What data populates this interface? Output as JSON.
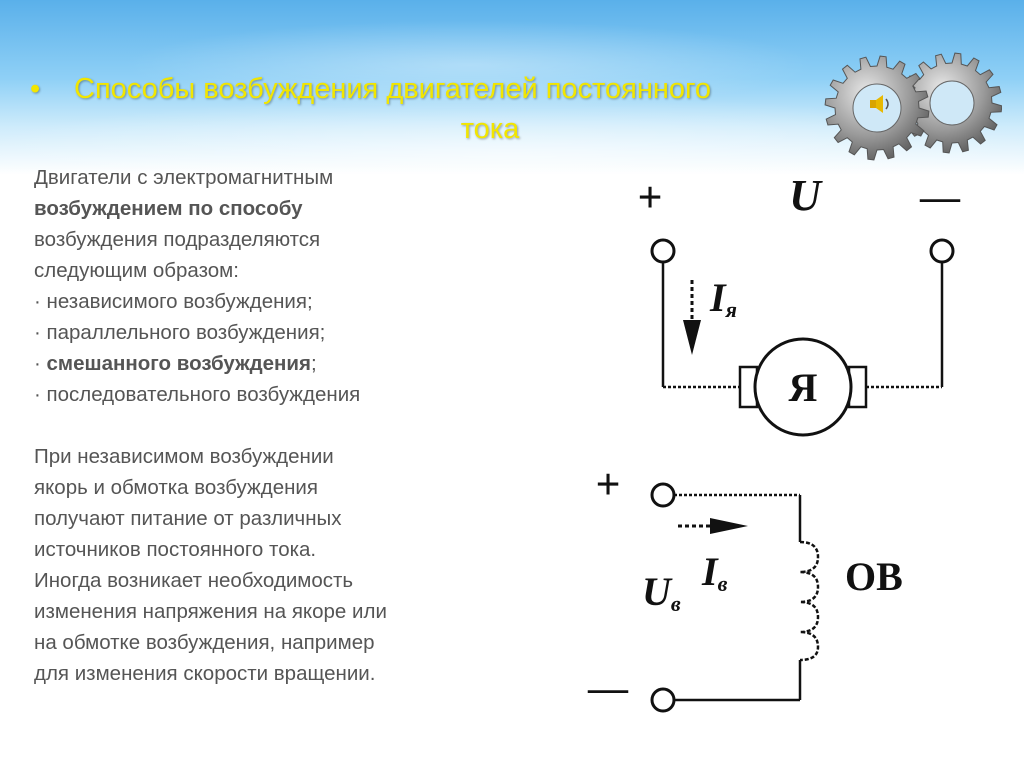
{
  "slide": {
    "bullet": "•",
    "title_line1": "Способы возбуждения двигателей постоянного",
    "title_line2": "тока",
    "body": {
      "p1_line1": "Двигатели с электромагнитным",
      "p1_line2": "возбуждением по способу",
      "p1_line3": "возбуждения подразделяются",
      "p1_line4": "следующим образом:",
      "item1": "· независимого возбуждения;",
      "item2": "· параллельного возбуждения;",
      "item3": "· смешанного возбуждения;",
      "item4": "· последовательного возбуждения",
      "p2_line1": "При независимом возбуждении",
      "p2_line2": "якорь и обмотка возбуждения",
      "p2_line3": "получают питание от различных",
      "p2_line4": "источников постоянного тока.",
      "p2_line5": "Иногда возникает необходимость",
      "p2_line6": "изменения напряжения на якоре или",
      "p2_line7": "на обмотке возбуждения, например",
      "p2_line8": "для изменения скорости вращении."
    }
  },
  "circuit": {
    "plus_top": "+",
    "voltage_top": "U",
    "minus_top": "—",
    "armature_current": "I",
    "armature_current_sub": "я",
    "armature_label": "Я",
    "plus_bottom": "+",
    "field_current": "I",
    "field_current_sub": "в",
    "field_voltage": "U",
    "field_voltage_sub": "в",
    "field_winding_label": "ОВ",
    "minus_bottom": "—"
  },
  "colors": {
    "title": "#f2e600",
    "body_text": "#555555",
    "header_top": "#5ab0ea"
  },
  "icons": {
    "gears": "gears-icon",
    "sound": "speaker-icon"
  }
}
